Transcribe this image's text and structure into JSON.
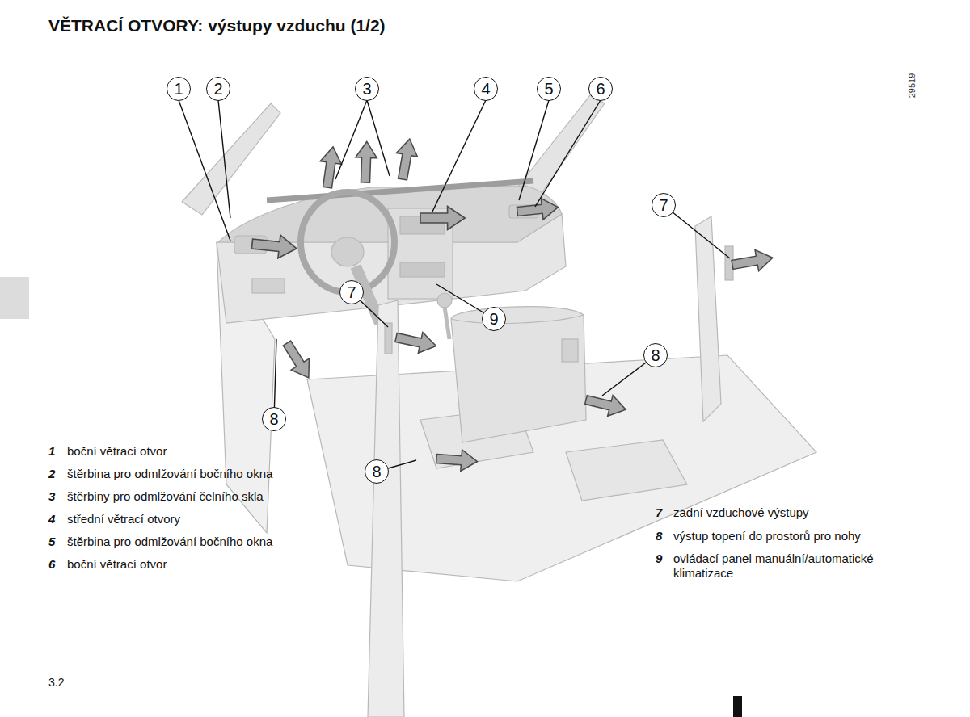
{
  "diagram": {
    "title": "VĚTRACÍ OTVORY: výstupy vzduchu (1/2)",
    "nodes": [
      {
        "text": [
          "1"
        ]
      },
      {
        "text": [
          "2"
        ]
      },
      {
        "text": [
          "3"
        ]
      },
      {
        "text": [
          "4"
        ]
      },
      {
        "text": [
          "5"
        ]
      },
      {
        "text": [
          "6"
        ]
      },
      {
        "text": [
          "7"
        ]
      },
      {
        "text": [
          "7"
        ]
      },
      {
        "text": [
          "9"
        ]
      },
      {
        "text": [
          "8"
        ]
      },
      {
        "text": [
          "8"
        ]
      },
      {
        "text": [
          "8"
        ]
      }
    ],
    "labels": [
      "1",
      "boční větrací otvor",
      "2",
      "štěrbina pro odmlžování bočního okna",
      "3",
      "štěrbiny pro odmlžování čelního skla",
      "4",
      "střední větrací otvory",
      "5",
      "štěrbina pro odmlžování bočního okna",
      "6",
      "boční větrací otvor",
      "7",
      "zadní vzduchové výstupy",
      "8",
      "výstup topení do prostorů pro nohy",
      "9",
      "ovládací panel manuální/automatické klimatizace",
      "29519",
      "3.2"
    ]
  }
}
